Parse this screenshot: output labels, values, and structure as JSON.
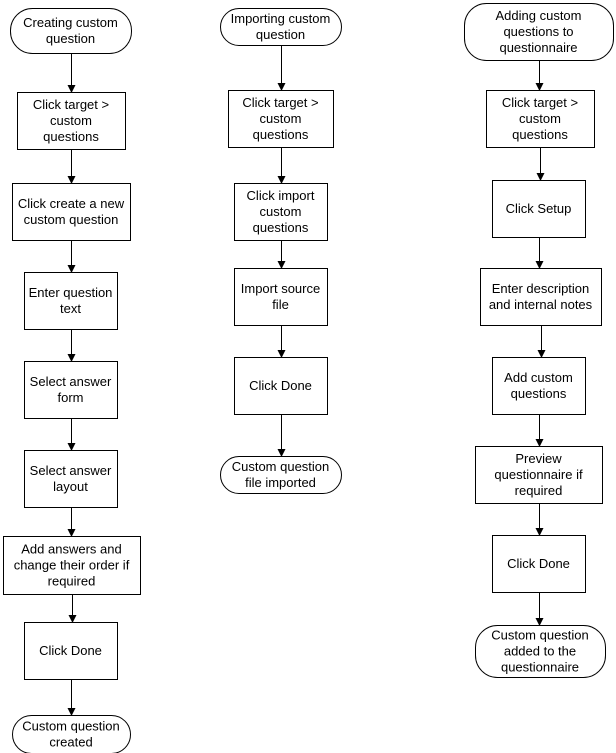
{
  "flows": [
    {
      "id": "creating",
      "nodes": [
        {
          "id": "c0",
          "kind": "terminal",
          "text": [
            "Creating custom",
            "question"
          ]
        },
        {
          "id": "c1",
          "kind": "process",
          "text": [
            "Click target >",
            "custom",
            "questions"
          ]
        },
        {
          "id": "c2",
          "kind": "process",
          "text": [
            "Click create a new",
            "custom question"
          ]
        },
        {
          "id": "c3",
          "kind": "process",
          "text": [
            "Enter question",
            "text"
          ]
        },
        {
          "id": "c4",
          "kind": "process",
          "text": [
            "Select answer",
            "form"
          ]
        },
        {
          "id": "c5",
          "kind": "process",
          "text": [
            "Select answer",
            "layout"
          ]
        },
        {
          "id": "c6",
          "kind": "process",
          "text": [
            "Add answers and",
            "change their order if",
            "required"
          ]
        },
        {
          "id": "c7",
          "kind": "process",
          "text": [
            "Click Done"
          ]
        },
        {
          "id": "c8",
          "kind": "terminal",
          "text": [
            "Custom question",
            "created"
          ]
        }
      ]
    },
    {
      "id": "importing",
      "nodes": [
        {
          "id": "i0",
          "kind": "terminal",
          "text": [
            "Importing custom",
            "question"
          ]
        },
        {
          "id": "i1",
          "kind": "process",
          "text": [
            "Click target >",
            "custom",
            "questions"
          ]
        },
        {
          "id": "i2",
          "kind": "process",
          "text": [
            "Click import",
            "custom",
            "questions"
          ]
        },
        {
          "id": "i3",
          "kind": "process",
          "text": [
            "Import source",
            "file"
          ]
        },
        {
          "id": "i4",
          "kind": "process",
          "text": [
            "Click Done"
          ]
        },
        {
          "id": "i5",
          "kind": "terminal",
          "text": [
            "Custom question",
            "file imported"
          ]
        }
      ]
    },
    {
      "id": "adding",
      "nodes": [
        {
          "id": "a0",
          "kind": "terminal",
          "text": [
            "Adding custom",
            "questions to",
            "questionnaire"
          ]
        },
        {
          "id": "a1",
          "kind": "process",
          "text": [
            "Click target >",
            "custom",
            "questions"
          ]
        },
        {
          "id": "a2",
          "kind": "process",
          "text": [
            "Click Setup"
          ]
        },
        {
          "id": "a3",
          "kind": "process",
          "text": [
            "Enter description",
            "and internal notes"
          ]
        },
        {
          "id": "a4",
          "kind": "process",
          "text": [
            "Add custom",
            "questions"
          ]
        },
        {
          "id": "a5",
          "kind": "process",
          "text": [
            "Preview",
            "questionnaire if",
            "required"
          ]
        },
        {
          "id": "a6",
          "kind": "process",
          "text": [
            "Click Done"
          ]
        },
        {
          "id": "a7",
          "kind": "terminal",
          "text": [
            "Custom question",
            "added to the",
            "questionnaire"
          ]
        }
      ]
    }
  ]
}
